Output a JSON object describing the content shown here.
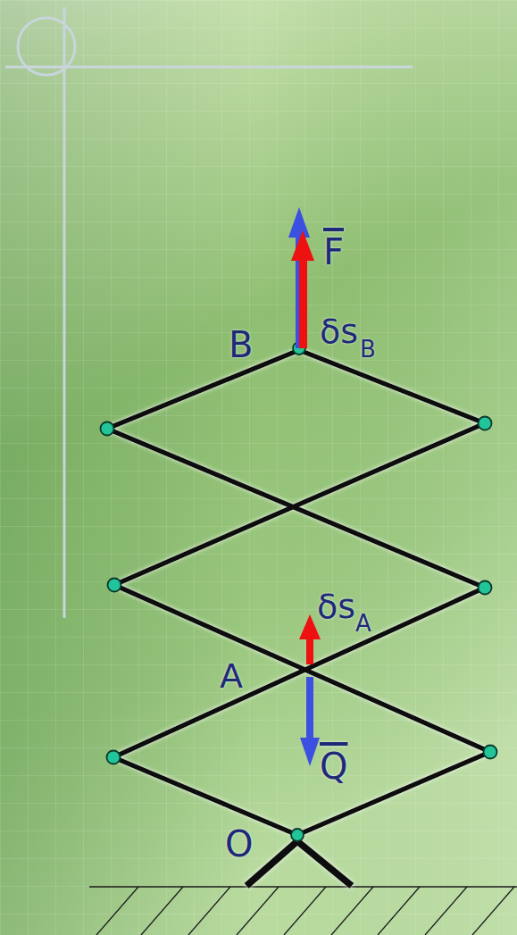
{
  "diagram": {
    "labels": [
      "F",
      "B",
      "δs",
      "B",
      "δs",
      "A",
      "A",
      "Q",
      "O"
    ]
  }
}
